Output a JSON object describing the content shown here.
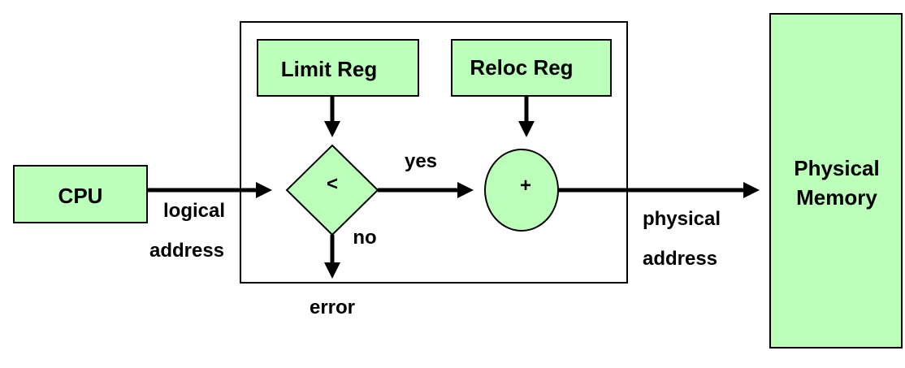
{
  "diagram": {
    "colors": {
      "box_fill": "#bbffbb",
      "stroke": "#000000",
      "background": "#ffffff"
    },
    "nodes": {
      "cpu": "CPU",
      "limit_reg": "Limit Reg",
      "reloc_reg": "Reloc Reg",
      "compare": "<",
      "adder": "+",
      "memory_line1": "Physical",
      "memory_line2": "Memory"
    },
    "edge_labels": {
      "logical_line1": "logical",
      "logical_line2": "address",
      "yes": "yes",
      "no": "no",
      "error": "error",
      "physical_line1": "physical",
      "physical_line2": "address"
    },
    "edges": [
      {
        "from": "cpu",
        "to": "compare"
      },
      {
        "from": "limit_reg",
        "to": "compare"
      },
      {
        "from": "compare",
        "to": "adder",
        "label": "yes"
      },
      {
        "from": "compare",
        "to": "error",
        "label": "no"
      },
      {
        "from": "reloc_reg",
        "to": "adder"
      },
      {
        "from": "adder",
        "to": "memory"
      }
    ]
  }
}
